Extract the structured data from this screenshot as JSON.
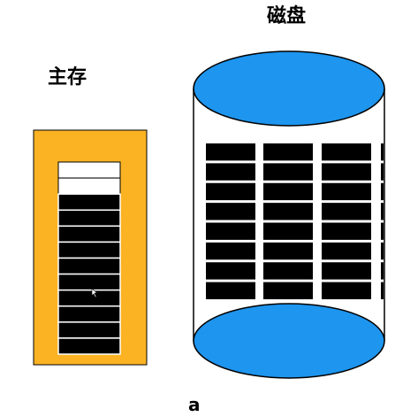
{
  "labels": {
    "memory": "主存",
    "disk": "磁盘",
    "caption": "a"
  },
  "memory": {
    "block_count": 12,
    "free_blocks": 2,
    "colors": {
      "frame": "#fbb324",
      "used_block": "#000000",
      "free_block": "#ffffff",
      "separator": "#ffffff"
    }
  },
  "disk": {
    "columns": 3,
    "rows_per_column": 8,
    "colors": {
      "platter": "#1e95ee",
      "block": "#000000",
      "outline": "#000000"
    }
  }
}
